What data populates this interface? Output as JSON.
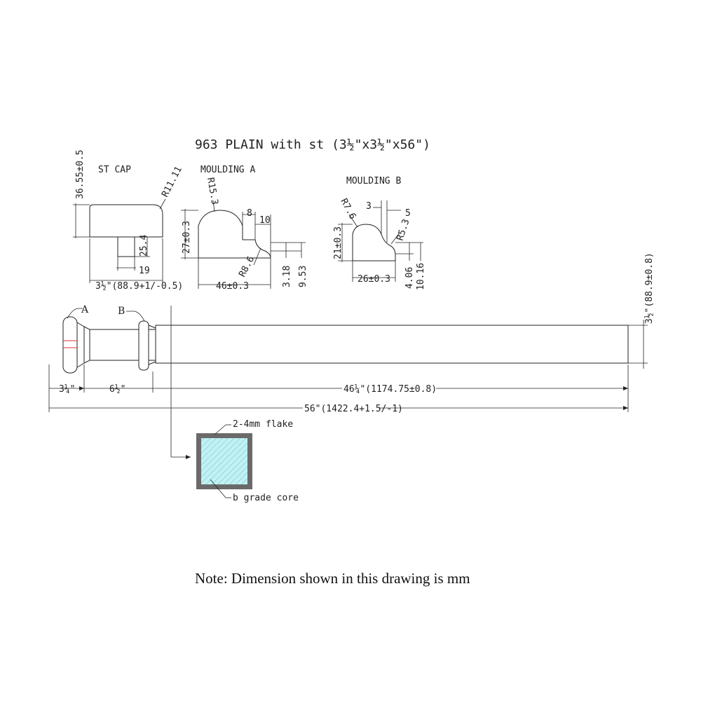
{
  "title": "963 PLAIN with st (3½\"x3½\"x56\")",
  "views": {
    "st_cap": {
      "label": "ST CAP",
      "height": "36.55±0.5",
      "radius": "R11.11",
      "pin_height": "25.4",
      "pin_width": "19",
      "width": "3½\"(88.9+1/-0.5)"
    },
    "moulding_a": {
      "label": "MOULDING A",
      "radius_top": "R15.3",
      "height": "27±0.3",
      "step_1": "8",
      "step_2": "10",
      "radius_bottom": "R8.6",
      "width": "46±0.3",
      "dim_a": "3.18",
      "dim_b": "9.53"
    },
    "moulding_b": {
      "label": "MOULDING B",
      "radius_top": "R7.6",
      "dim_top_1": "3",
      "dim_top_2": "5",
      "radius_side": "R5.3",
      "height": "21±0.3",
      "width": "26±0.3",
      "dim_a": "4.06",
      "dim_b": "10.16"
    }
  },
  "elevation": {
    "marker_a": "A",
    "marker_b": "B",
    "height_dim": "3½\"(88.9±0.8)",
    "dim_1": "3¼\"",
    "dim_2": "6½\"",
    "dim_3": "46¼\"(1174.75±0.8)",
    "overall": "56\"(1422.4+1.5/-1)"
  },
  "section": {
    "flake_label": "2-4mm flake",
    "core_label": "b grade core",
    "colors": {
      "flake": "#6a6a6a",
      "core": "#bff3f3",
      "hatch": "#7fb0c8"
    }
  },
  "note": "Note: Dimension shown in this drawing is mm"
}
